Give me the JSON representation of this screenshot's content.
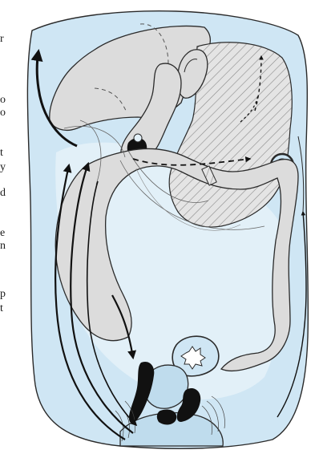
{
  "figure": {
    "colors": {
      "background": "#ffffff",
      "body_fill": "#cfe6f4",
      "body_fill_light": "#e2f0f8",
      "outline": "#2a2a2a",
      "organ_fill": "#dcdcdc",
      "hatch": "#8a8a8a",
      "arrow": "#111111"
    },
    "cropped_margin_text": [
      "r",
      "o",
      "o",
      "t",
      "y",
      "d",
      "e",
      "n",
      "p",
      "t"
    ]
  }
}
